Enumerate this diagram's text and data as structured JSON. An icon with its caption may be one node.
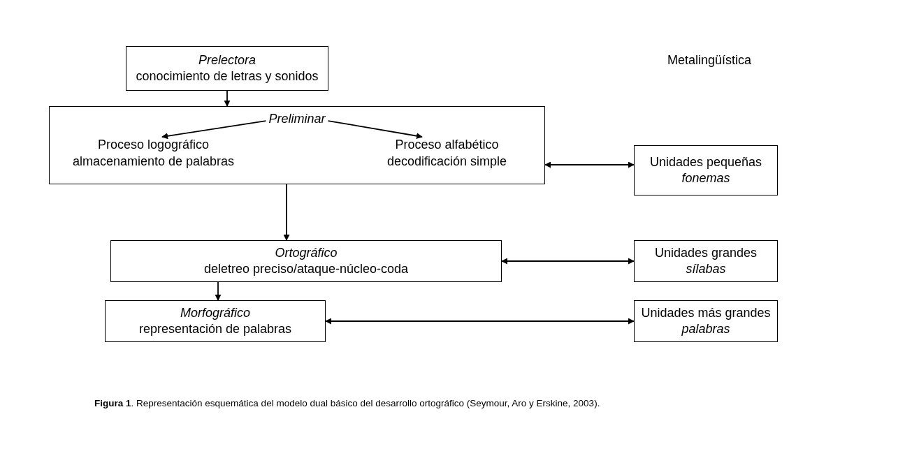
{
  "diagram": {
    "caption": "**Figura 1**. Representación esquemática del modelo dual básico del desarrollo ortográfico (Seymour, Aro y Erskine, 2003).",
    "nodes": [
      {
        "text": [
          "Prelectora",
          "conocimiento de letras y sonidos"
        ]
      },
      {
        "text": [
          "Preliminar"
        ]
      },
      {
        "text": [
          "Proceso logográfico almacenamiento de palabras"
        ],
        "in": 1
      },
      {
        "text": [
          "Proceso alfabético decodificación simple"
        ],
        "in": 1
      },
      {
        "text": [
          "Ortográfico",
          "deletreo preciso/ataque-núcleo-coda"
        ]
      },
      {
        "text": [
          "Morfográfico",
          "representación de palabras"
        ]
      },
      {
        "text": [
          "Unidades pequeñas",
          "fonemas"
        ]
      },
      {
        "text": [
          "Unidades grandes",
          "sílabas"
        ]
      },
      {
        "text": [
          "Unidades más grandes",
          "palabras"
        ]
      }
    ],
    "edges": [
      {
        "from": 0,
        "to": 1,
        "arrow": "to"
      },
      {
        "from": 1,
        "to": 2,
        "arrow": "to"
      },
      {
        "from": 1,
        "to": 3,
        "arrow": "to"
      },
      {
        "from": 1,
        "to": 4,
        "arrow": "to"
      },
      {
        "from": 4,
        "to": 5,
        "arrow": "to"
      },
      {
        "from": 1,
        "to": 6,
        "arrow": "both"
      },
      {
        "from": 4,
        "to": 7,
        "arrow": "both"
      },
      {
        "from": 5,
        "to": 8,
        "arrow": "both"
      }
    ],
    "labels": [
      "Metalingüística"
    ]
  }
}
